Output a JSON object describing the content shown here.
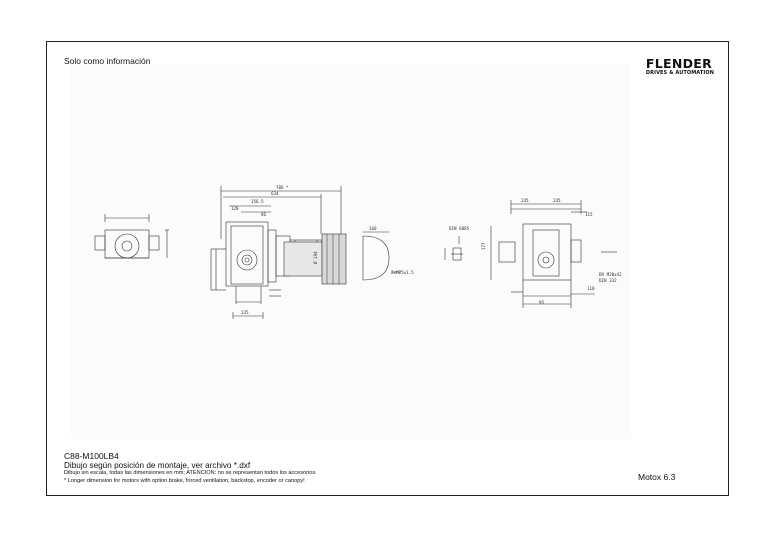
{
  "header": {
    "info_text": "Solo como información"
  },
  "logo": {
    "brand": "FLENDER",
    "tagline": "DRIVES & AUTOMATION"
  },
  "drawing": {
    "dimensions": {
      "overall": "706 *",
      "d634": "634",
      "d156": "156.5",
      "d120": "120",
      "d86": "86",
      "d160": "160",
      "d135": "135",
      "d194": "Ø 194",
      "thread": "2xM25x1.5",
      "din_left": "DIN 6885",
      "din_right": "DIN 332",
      "dr": "DR M20x42",
      "d245a": "245",
      "d245b": "245",
      "d110": "110",
      "d115": "115",
      "d95": "95",
      "d177": "177"
    }
  },
  "caption": {
    "model": "C88-M100LB4",
    "subtitle": "Dibujo según posición de montaje, ver archivo *.dxf",
    "note1": "Dibujo sin escala, todas las dimensiones en mm; ATENCION: no se representan todos los accesorios.",
    "note2": "* Longer dimension for motors with option brake, forced ventilation, backstop, encoder or canopy!"
  },
  "footer": {
    "version": "Motox 6.3"
  }
}
